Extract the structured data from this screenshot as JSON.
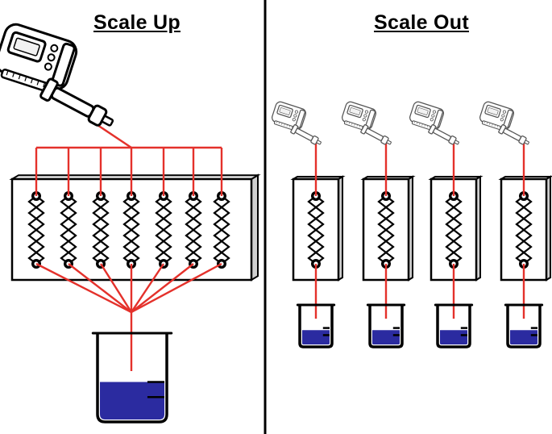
{
  "headings": {
    "left": "Scale Up",
    "right": "Scale Out"
  },
  "colors": {
    "tubing": "#e4312b",
    "liquid": "#2b2ba0",
    "outline": "#000000",
    "chip": "#ffffff",
    "chip_side": "#cfcfcf",
    "divider": "#000000"
  },
  "icons": {
    "pump": "syringe-pump-icon",
    "reactor": "microreactor-chip-icon",
    "beaker": "beaker-icon"
  },
  "scale_up": {
    "pump_count": 1,
    "channel_count": 7,
    "beaker_count": 1
  },
  "scale_out": {
    "unit_count": 4
  }
}
